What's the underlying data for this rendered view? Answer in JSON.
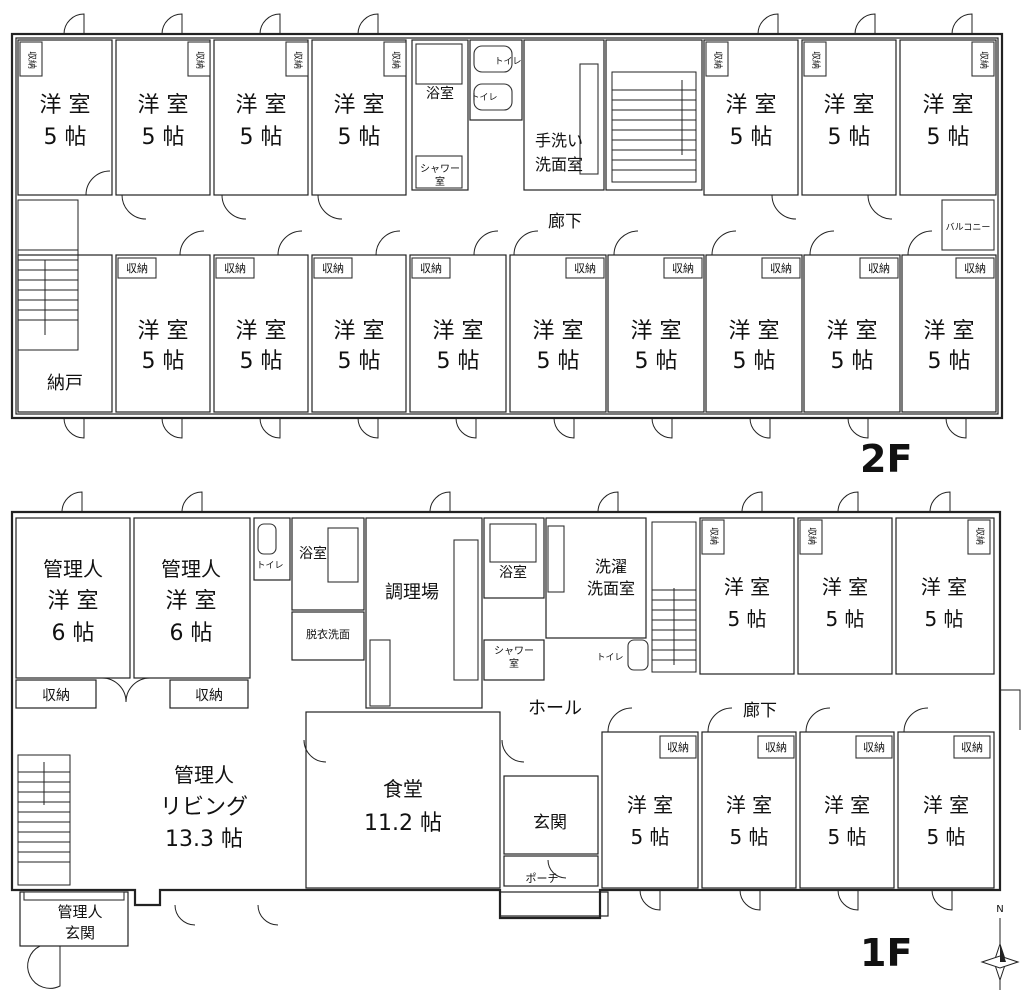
{
  "labels": {
    "western_room": "洋 室",
    "five_mats": "5 帖",
    "six_mats": "6 帖",
    "storage": "収納",
    "storage_v": "収納",
    "bath": "浴室",
    "toilet": "トイレ",
    "shower_1": "シャワー",
    "shower_2": "室",
    "handwash_1": "手洗い",
    "handwash_2": "洗面室",
    "corridor": "廊下",
    "balcony": "バルコニー",
    "closet": "納戸",
    "manager": "管理人",
    "dressing": "脱衣洗面",
    "kitchen": "調理場",
    "laundry_1": "洗濯",
    "laundry_2": "洗面室",
    "hall": "ホール",
    "living_1": "管理人",
    "living_2": "リビング",
    "living_3": "13.3 帖",
    "dining_1": "食堂",
    "dining_2": "11.2 帖",
    "entrance": "玄関",
    "porch": "ポーチ",
    "mgr_entrance_1": "管理人",
    "mgr_entrance_2": "玄関",
    "floor_2f": "2F",
    "floor_1f": "1F",
    "north": "N"
  }
}
